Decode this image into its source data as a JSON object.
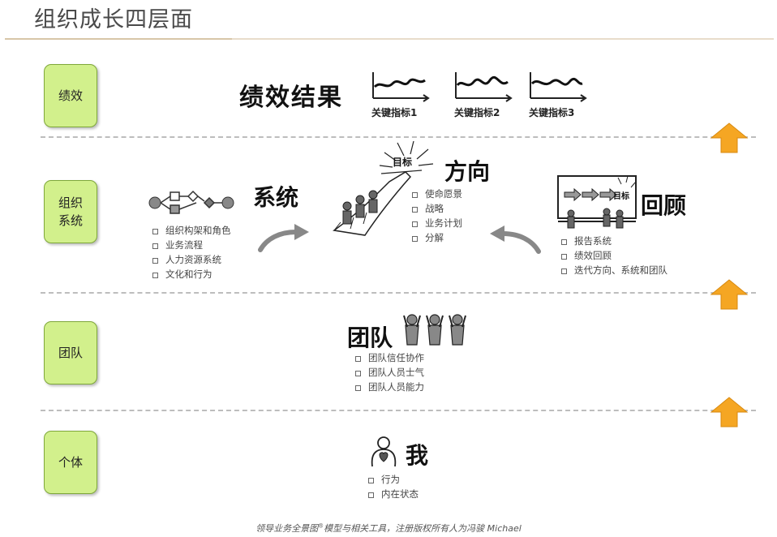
{
  "title": "组织成长四层面",
  "levels": {
    "performance": "绩效",
    "org_system_line1": "组织",
    "org_system_line2": "系统",
    "team": "团队",
    "individual": "个体"
  },
  "performance_row": {
    "heading": "绩效结果",
    "indicators": [
      "关键指标1",
      "关键指标2",
      "关键指标3"
    ]
  },
  "system_row": {
    "system_label": "系统",
    "system_items": [
      "组织构架和角色",
      "业务流程",
      "人力资源系统",
      "文化和行为"
    ],
    "target_label": "目标",
    "direction_label": "方向",
    "direction_items": [
      "使命愿景",
      "战略",
      "业务计划",
      "分解"
    ],
    "review_label": "回顾",
    "review_sign": "目标",
    "review_items": [
      "报告系统",
      "绩效回顾",
      "迭代方向、系统和团队"
    ]
  },
  "team_row": {
    "label": "团队",
    "items": [
      "团队信任协作",
      "团队人员士气",
      "团队人员能力"
    ]
  },
  "individual_row": {
    "label": "我",
    "items": [
      "行为",
      "内在状态"
    ]
  },
  "footer": {
    "text": "领导业务全景图",
    "registered": "®",
    "text2": "模型与相关工具，注册版权所有人为冯骏",
    "author": "Michael"
  },
  "colors": {
    "level_box_fill": "#d2f08c",
    "level_box_border": "#7fa83a",
    "arrow_fill": "#f5a623",
    "dash": "#bdbdbd"
  }
}
